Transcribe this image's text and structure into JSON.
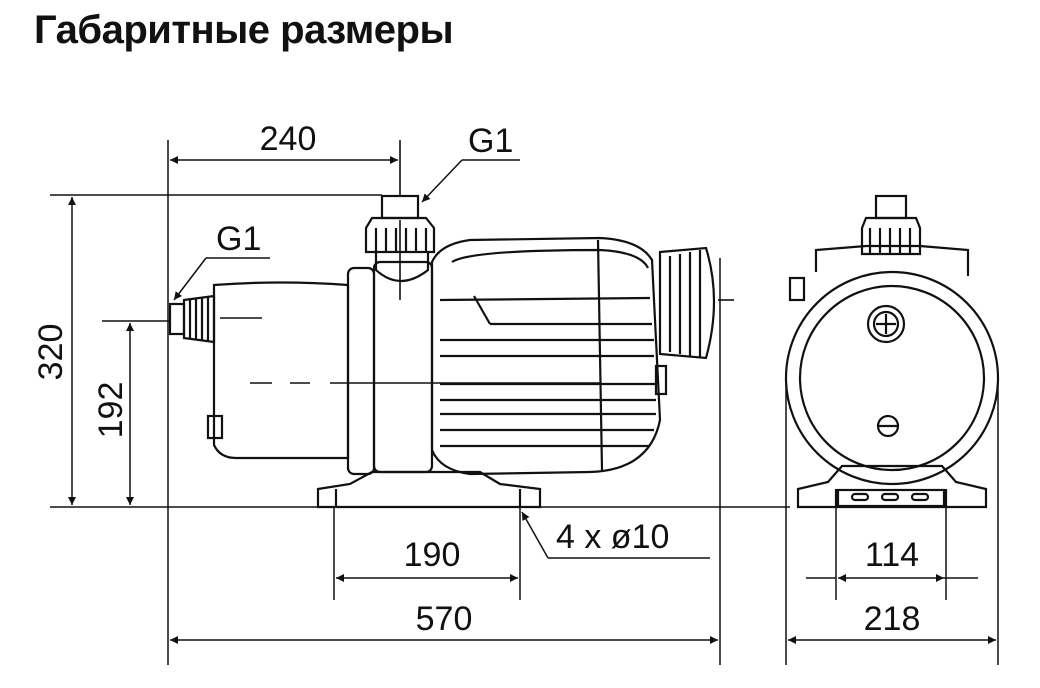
{
  "title": "Габаритные размеры",
  "dimensions": {
    "d240": "240",
    "g1_top": "G1",
    "g1_side": "G1",
    "d320": "320",
    "d192": "192",
    "d190": "190",
    "holes": "4 x ø10",
    "d570": "570",
    "d114": "114",
    "d218": "218"
  },
  "colors": {
    "ink": "#111111",
    "background": "#ffffff"
  }
}
